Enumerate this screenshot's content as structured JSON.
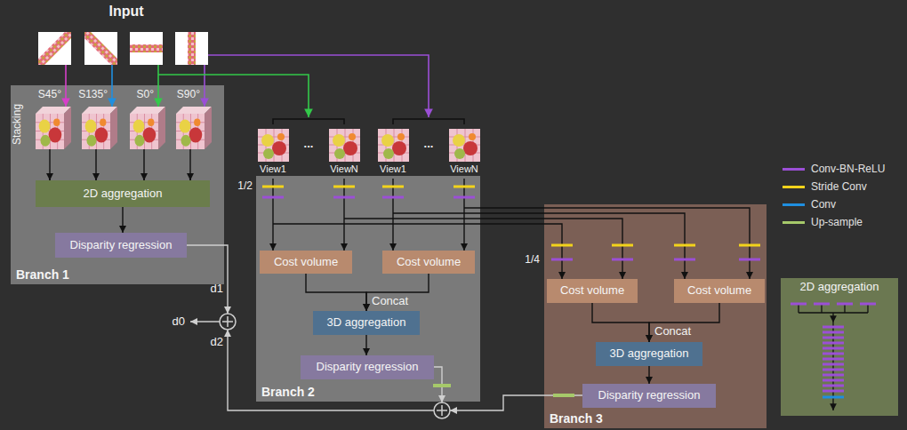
{
  "diagram": {
    "nodes": [
      {
        "text": [
          "Branch 1"
        ]
      },
      {
        "text": [
          "2D aggregation"
        ],
        "in": 0
      },
      {
        "text": [
          "Disparity regression"
        ],
        "in": 0
      },
      {
        "text": [
          "Branch 2"
        ]
      },
      {
        "text": [
          "Cost volume"
        ],
        "in": 3
      },
      {
        "text": [
          "Cost volume"
        ],
        "in": 3
      },
      {
        "text": [
          "3D aggregation"
        ],
        "in": 3
      },
      {
        "text": [
          "Disparity regression"
        ],
        "in": 3
      },
      {
        "text": [
          "Branch 3"
        ]
      },
      {
        "text": [
          "Cost volume"
        ],
        "in": 8
      },
      {
        "text": [
          "Cost volume"
        ],
        "in": 8
      },
      {
        "text": [
          "3D aggregation"
        ],
        "in": 8
      },
      {
        "text": [
          "Disparity regression"
        ],
        "in": 8
      },
      {
        "text": [
          "2D aggregation"
        ]
      }
    ],
    "edges": [
      {
        "from": 1,
        "to": 2,
        "arrow": "to"
      },
      {
        "from": 4,
        "to": 6,
        "arrow": "to",
        "label": "Concat"
      },
      {
        "from": 5,
        "to": 6,
        "arrow": "to"
      },
      {
        "from": 6,
        "to": 7,
        "arrow": "to"
      },
      {
        "from": 9,
        "to": 11,
        "arrow": "to",
        "label": "Concat"
      },
      {
        "from": 10,
        "to": 11,
        "arrow": "to"
      },
      {
        "from": 11,
        "to": 12,
        "arrow": "to"
      }
    ],
    "labels": [
      "Input",
      "S45°",
      "S135°",
      "S0°",
      "S90°",
      "Stacking",
      "View1",
      "...",
      "ViewN",
      "View1",
      "...",
      "ViewN",
      "1/2",
      "1/4",
      "d1",
      "d0",
      "d2"
    ],
    "legend": [
      {
        "text": "Conv-BN-ReLU",
        "color": "#9b4fd6"
      },
      {
        "text": "Stride Conv",
        "color": "#f2d31b"
      },
      {
        "text": "Conv",
        "color": "#1f8fe0"
      },
      {
        "text": "Up-sample",
        "color": "#a6c96a"
      }
    ]
  }
}
